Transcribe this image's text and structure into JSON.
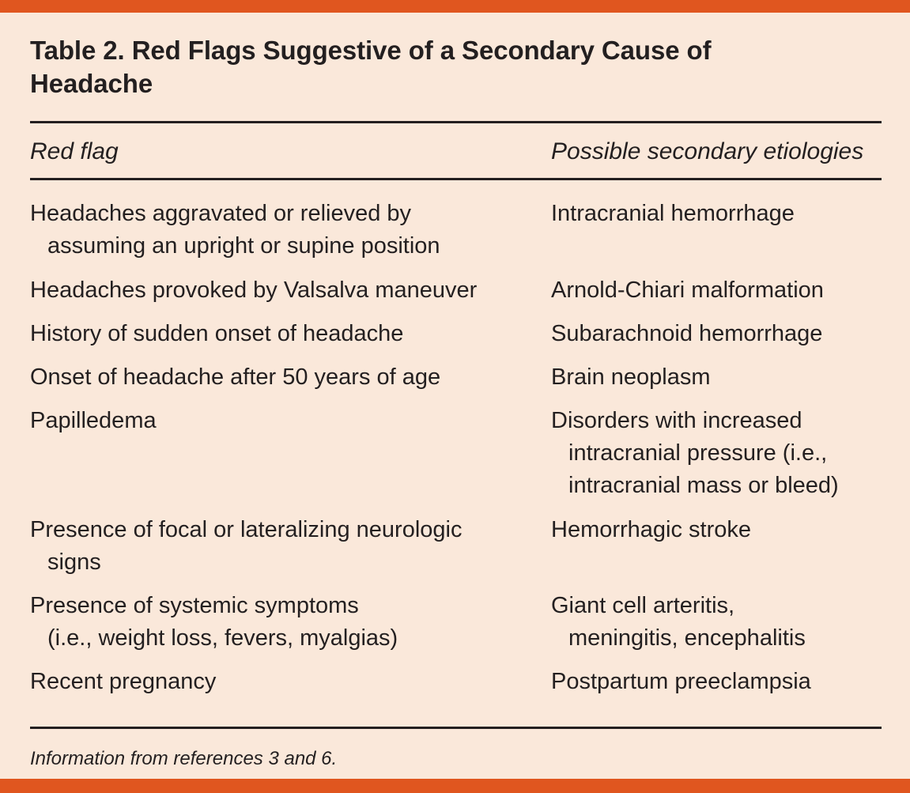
{
  "colors": {
    "accent_bar": "#E0561F",
    "background": "#FAE8DA",
    "text": "#231F20",
    "rule": "#231F20"
  },
  "table": {
    "title": "Table 2. Red Flags Suggestive of a Secondary Cause of Headache",
    "headers": {
      "left": "Red flag",
      "right": "Possible secondary etiologies"
    },
    "rows": [
      {
        "red_flag": "Headaches aggravated or relieved by\nassuming an upright or supine position",
        "etiology": "Intracranial hemorrhage"
      },
      {
        "red_flag": "Headaches provoked by Valsalva maneuver",
        "etiology": "Arnold-Chiari malformation"
      },
      {
        "red_flag": "History of sudden onset of headache",
        "etiology": "Subarachnoid hemorrhage"
      },
      {
        "red_flag": "Onset of headache after 50 years of age",
        "etiology": "Brain neoplasm"
      },
      {
        "red_flag": "Papilledema",
        "etiology": "Disorders with increased\nintracranial pressure (i.e.,\nintracranial mass or bleed)"
      },
      {
        "red_flag": "Presence of focal or lateralizing neurologic\nsigns",
        "etiology": "Hemorrhagic stroke"
      },
      {
        "red_flag": "Presence of systemic symptoms\n(i.e., weight loss, fevers, myalgias)",
        "etiology": "Giant cell arteritis,\nmeningitis, encephalitis"
      },
      {
        "red_flag": "Recent pregnancy",
        "etiology": "Postpartum preeclampsia"
      }
    ],
    "footnote": "Information from references 3 and 6."
  }
}
